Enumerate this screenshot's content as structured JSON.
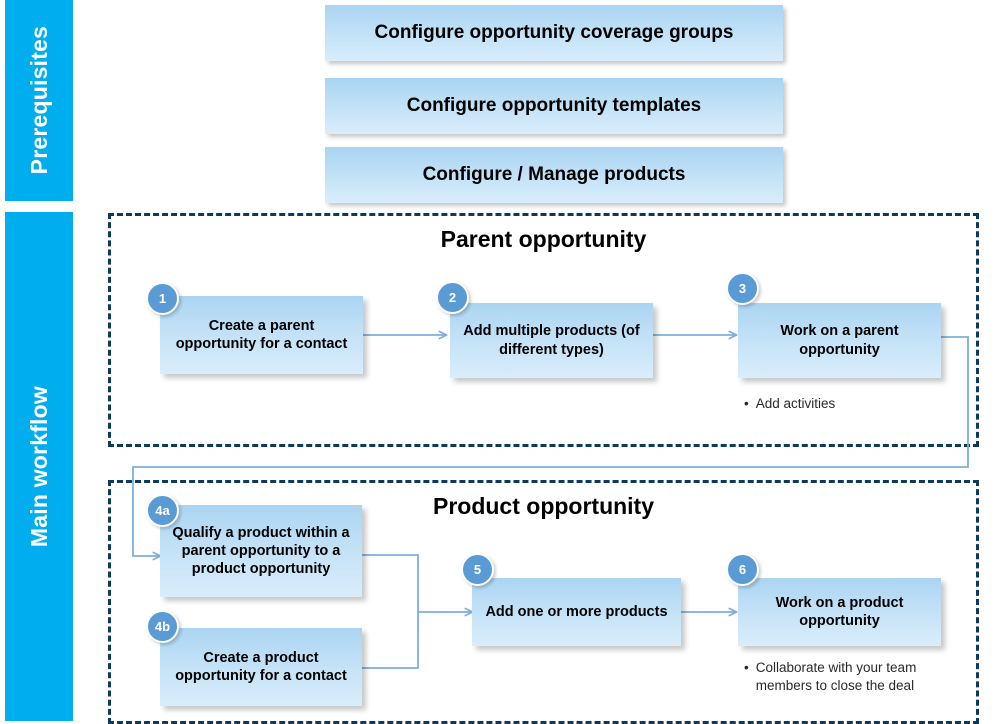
{
  "lanes": [
    {
      "id": "prerequisites",
      "label": "Prerequisites"
    },
    {
      "id": "main-workflow",
      "label": "Main workflow"
    }
  ],
  "prerequisites": {
    "lane_label": "Prerequisites",
    "boxes": [
      {
        "label": "Configure opportunity coverage groups"
      },
      {
        "label": "Configure opportunity templates"
      },
      {
        "label": "Configure / Manage products"
      }
    ]
  },
  "sections": [
    {
      "id": "parent-opportunity",
      "title": "Parent opportunity",
      "steps": [
        {
          "number": "1",
          "label": "Create a parent opportunity for a contact"
        },
        {
          "number": "2",
          "label": "Add multiple products (of different types)"
        },
        {
          "number": "3",
          "label": "Work on a parent opportunity"
        }
      ],
      "notes": [
        {
          "bullet": "•",
          "text": "Add activities"
        }
      ]
    },
    {
      "id": "product-opportunity",
      "title": "Product opportunity",
      "steps": [
        {
          "number": "4a",
          "label": "Qualify a product within a parent opportunity to a product opportunity"
        },
        {
          "number": "4b",
          "label": "Create a product opportunity for a contact"
        },
        {
          "number": "5",
          "label": "Add one or more products"
        },
        {
          "number": "6",
          "label": "Work on a product opportunity"
        }
      ],
      "notes": [
        {
          "bullet": "•",
          "text": "Collaborate with your team members to close the deal"
        }
      ]
    }
  ],
  "colors": {
    "lane_blue": "#00AEEF",
    "box_gradient_top": "#ABD4F2",
    "box_gradient_bottom": "#D9EDFB",
    "badge_blue": "#5B9BD5",
    "dashed_border": "#0C3A5E",
    "connector": "#7EAEDB",
    "text": "#000000"
  }
}
